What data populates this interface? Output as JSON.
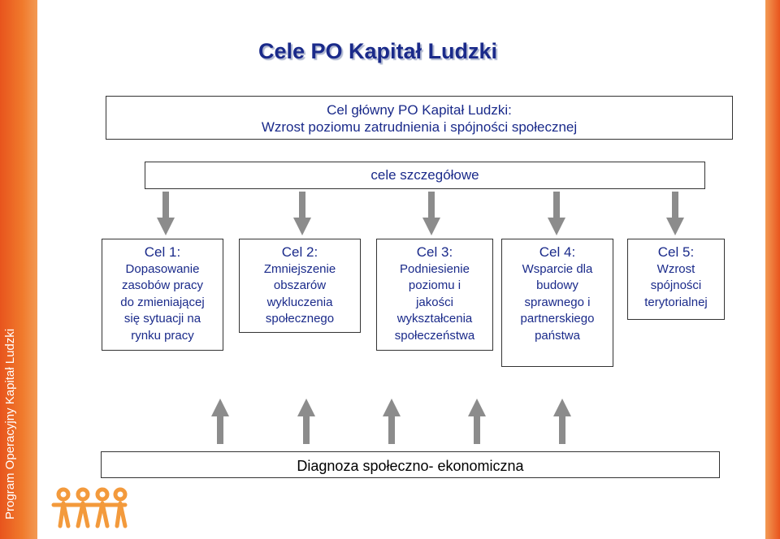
{
  "title": "Cele PO Kapitał Ludzki",
  "main_goal": {
    "line1": "Cel główny PO Kapitał Ludzki:",
    "line2": "Wzrost poziomu zatrudnienia i spójności społecznej"
  },
  "specific_goals_header": "cele szczegółowe",
  "goals": [
    {
      "title": "Cel 1:",
      "lines": [
        "Dopasowanie",
        "zasobów pracy",
        "do zmieniającej",
        "się sytuacji na",
        "rynku pracy"
      ]
    },
    {
      "title": "Cel 2:",
      "lines": [
        "Zmniejszenie",
        "obszarów",
        "wykluczenia",
        "społecznego"
      ]
    },
    {
      "title": "Cel 3:",
      "lines": [
        "Podniesienie",
        "poziomu i",
        "jakości",
        "wykształcenia",
        "społeczeństwa"
      ]
    },
    {
      "title": "Cel 4:",
      "lines": [
        "Wsparcie dla",
        "budowy",
        "sprawnego i",
        "partnerskiego",
        "państwa"
      ]
    },
    {
      "title": "Cel 5:",
      "lines": [
        "Wzrost",
        "spójności",
        "terytorialnej"
      ]
    }
  ],
  "diagnosis": "Diagnoza społeczno- ekonomiczna",
  "sidebar_text": "Program Operacyjny Kapitał Ludzki",
  "colors": {
    "accent_orange": "#e8541d",
    "title_blue": "#1a2a8a",
    "arrow_gray": "#8c8c8c"
  },
  "icons": [
    "people-logo-icon",
    "down-arrow-icon",
    "up-arrow-icon"
  ]
}
